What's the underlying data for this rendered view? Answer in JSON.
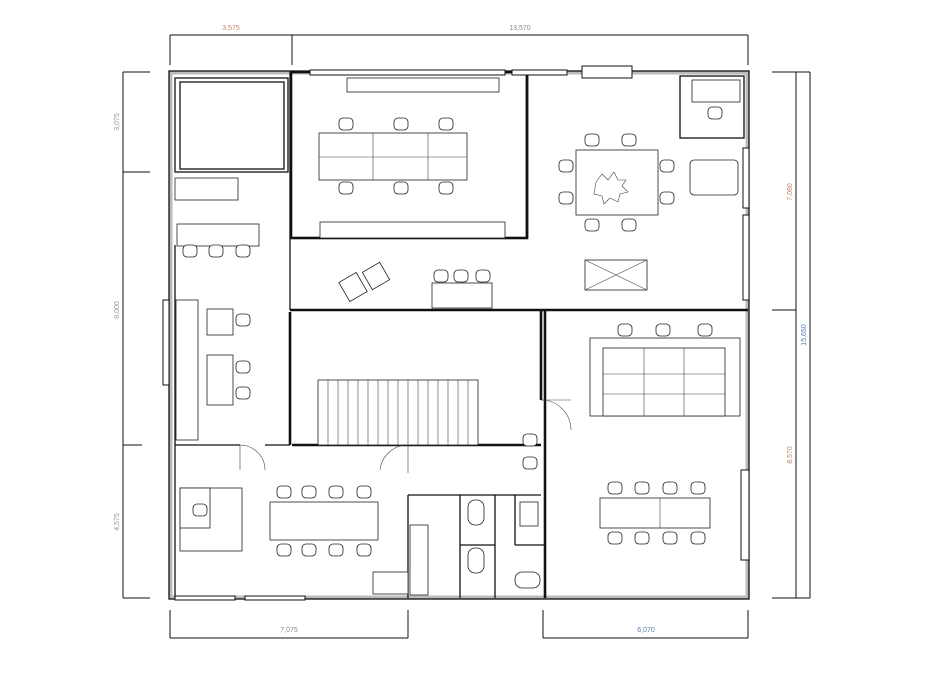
{
  "plan": {
    "title": "Office floor plan",
    "dimensions": {
      "top": [
        {
          "label": "3,575",
          "color": "#c0876a"
        },
        {
          "label": "13,570",
          "color": "#8a8a8a"
        }
      ],
      "left": [
        {
          "label": "3,075",
          "color": "#8a9aa0"
        },
        {
          "label": "8,000",
          "color": "#8a9aa0"
        },
        {
          "label": "4,575",
          "color": "#8a9aa0"
        }
      ],
      "right_inner": [
        {
          "label": "7,080",
          "color": "#c0876a"
        },
        {
          "label": "8,570",
          "color": "#c0876a"
        }
      ],
      "right_outer": [
        {
          "label": "15,650",
          "color": "#5a7ab0"
        }
      ],
      "bottom": [
        {
          "label": "7,075",
          "color": "#8a8a8a"
        },
        {
          "label": "6,070",
          "color": "#5a7ab0"
        }
      ]
    }
  }
}
